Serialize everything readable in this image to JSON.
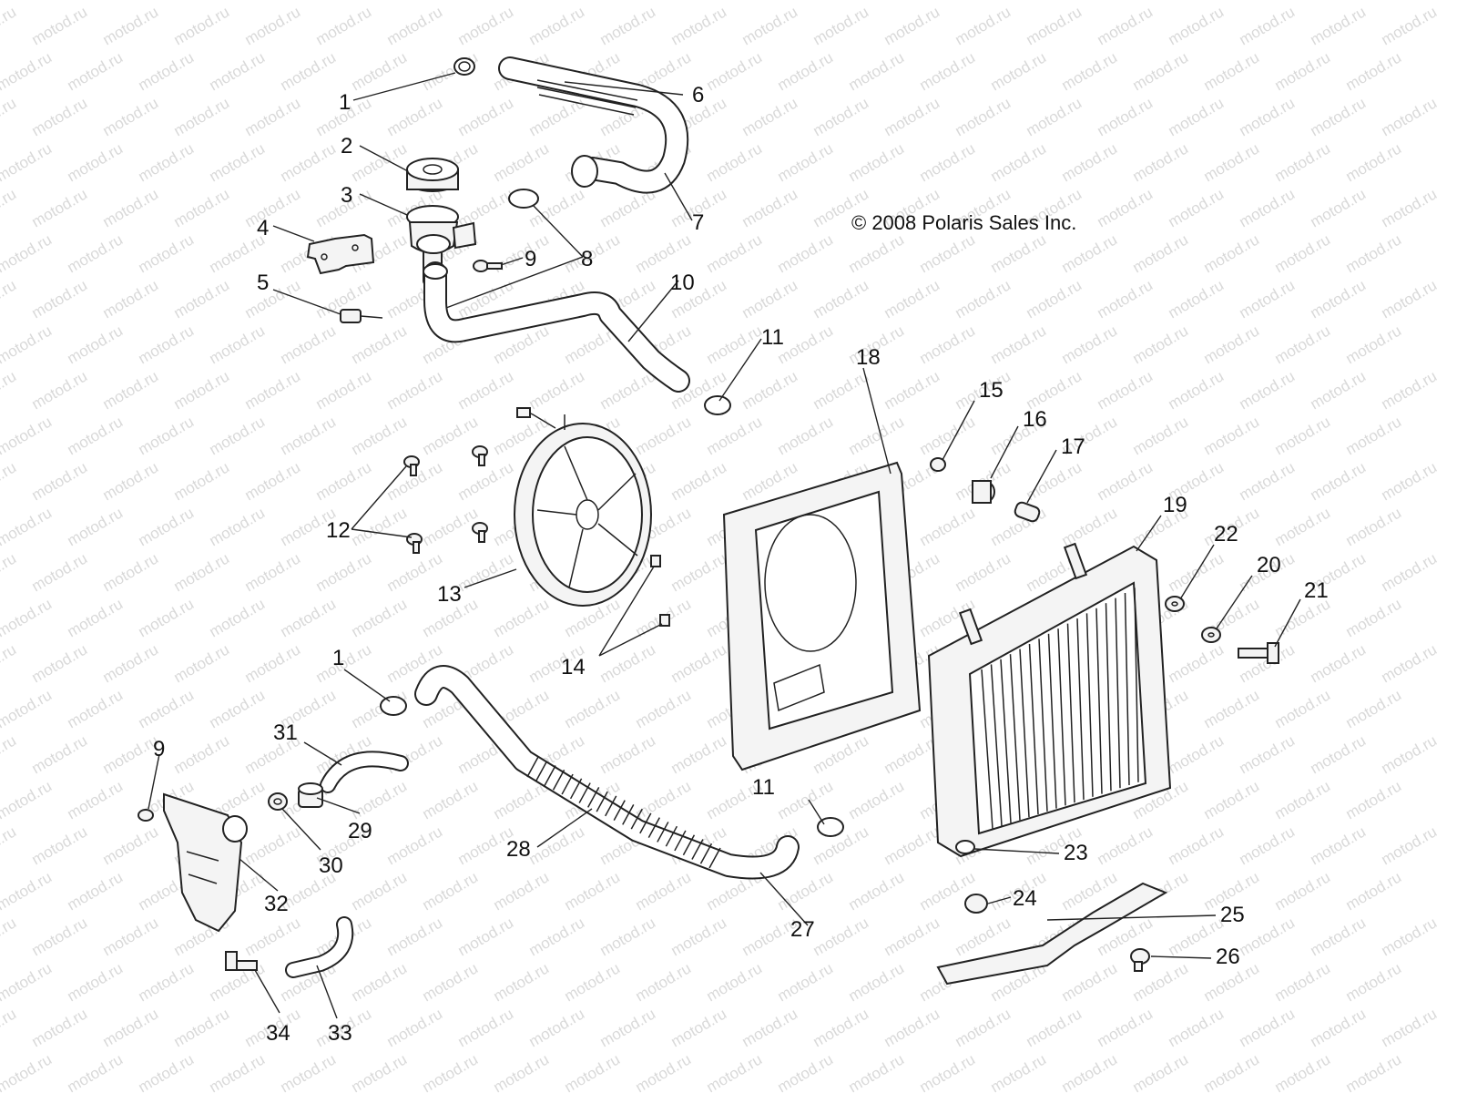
{
  "copyright": "© 2008 Polaris Sales Inc.",
  "watermark": "motod.ru",
  "callouts": {
    "c1a": "1",
    "c1b": "1",
    "c2": "2",
    "c3": "3",
    "c4": "4",
    "c5": "5",
    "c6": "6",
    "c7": "7",
    "c8": "8",
    "c9a": "9",
    "c9b": "9",
    "c10": "10",
    "c11a": "11",
    "c11b": "11",
    "c12": "12",
    "c13": "13",
    "c14": "14",
    "c15": "15",
    "c16": "16",
    "c17": "17",
    "c18": "18",
    "c19": "19",
    "c20": "20",
    "c21": "21",
    "c22": "22",
    "c23": "23",
    "c24": "24",
    "c25": "25",
    "c26": "26",
    "c27": "27",
    "c28": "28",
    "c29": "29",
    "c30": "30",
    "c31": "31",
    "c32": "32",
    "c33": "33",
    "c34": "34"
  }
}
